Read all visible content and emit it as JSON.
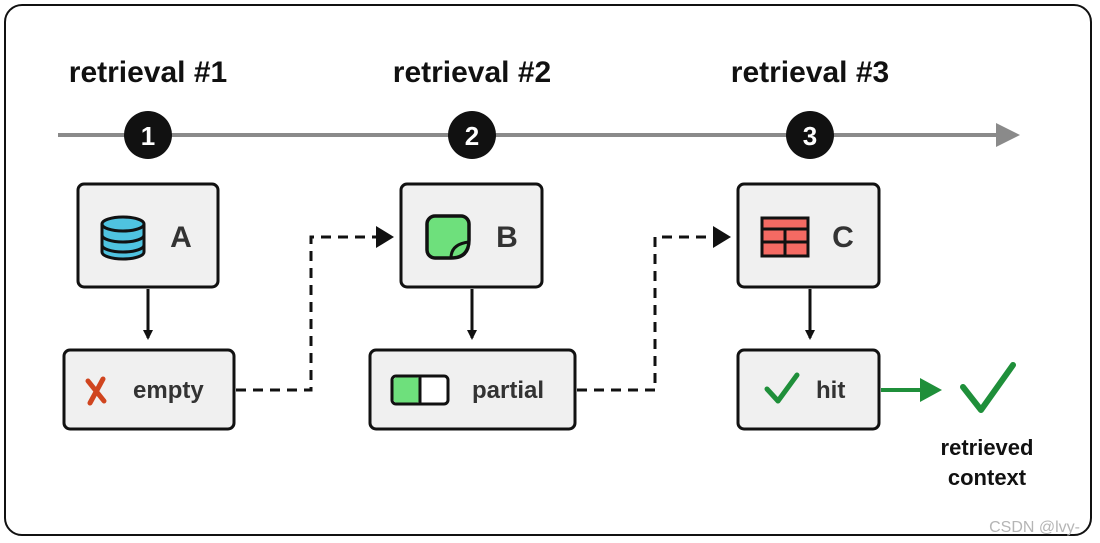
{
  "stages": [
    {
      "title": "retrieval #1",
      "number": "1",
      "source_label": "A",
      "source_icon": "database-icon",
      "result_label": "empty",
      "result_icon": "cross-icon"
    },
    {
      "title": "retrieval #2",
      "number": "2",
      "source_label": "B",
      "source_icon": "sticky-note-icon",
      "result_label": "partial",
      "result_icon": "half-filled-bar-icon"
    },
    {
      "title": "retrieval #3",
      "number": "3",
      "source_label": "C",
      "source_icon": "table-icon",
      "result_label": "hit",
      "result_icon": "checkmark-icon"
    }
  ],
  "output": {
    "line1": "retrieved",
    "line2": "context"
  },
  "watermark": "CSDN @lvy-",
  "colors": {
    "timeline": "#8a8a8a",
    "database": "#4fc3e0",
    "note": "#6ee07c",
    "table": "#f46a63",
    "partial_fill": "#6ee07c",
    "cross": "#d0451f",
    "check": "#1f8f3a",
    "box_fill": "#f0f0f0"
  }
}
